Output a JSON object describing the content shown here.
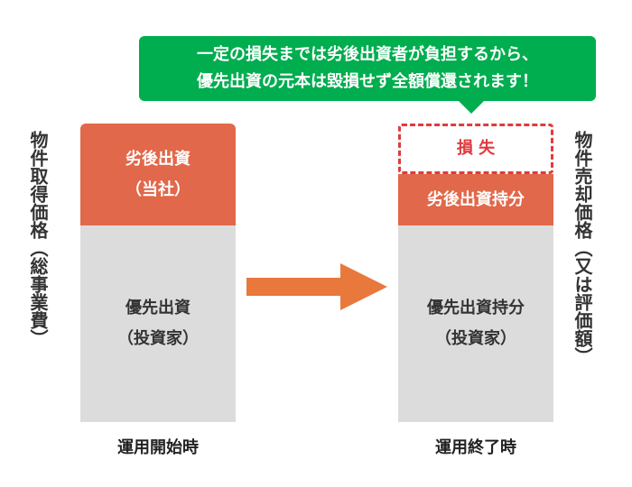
{
  "callout": {
    "line1": "一定の損失までは劣後出資者が負担するから、",
    "line2": "優先出資の元本は毀損せず全額償還されます！",
    "color": "#00ad4f"
  },
  "left": {
    "side_label": "物件取得価格（総事業費）",
    "top_segment": {
      "line1": "劣後出資",
      "line2": "（当社）",
      "color": "#e1684a"
    },
    "bottom_segment": {
      "line1": "優先出資",
      "line2": "（投資家）",
      "color": "#dcdcdc"
    },
    "caption": "運用開始時"
  },
  "arrow": {
    "direction": "right",
    "color": "#e8783c"
  },
  "right": {
    "side_label": "物件売却価格（又は評価額）",
    "loss_segment": {
      "label": "損 失",
      "color": "#e03a3e"
    },
    "top_segment": {
      "label": "劣後出資持分",
      "color": "#e1684a"
    },
    "bottom_segment": {
      "line1": "優先出資持分",
      "line2": "（投資家）",
      "color": "#dcdcdc"
    },
    "caption": "運用終了時"
  }
}
